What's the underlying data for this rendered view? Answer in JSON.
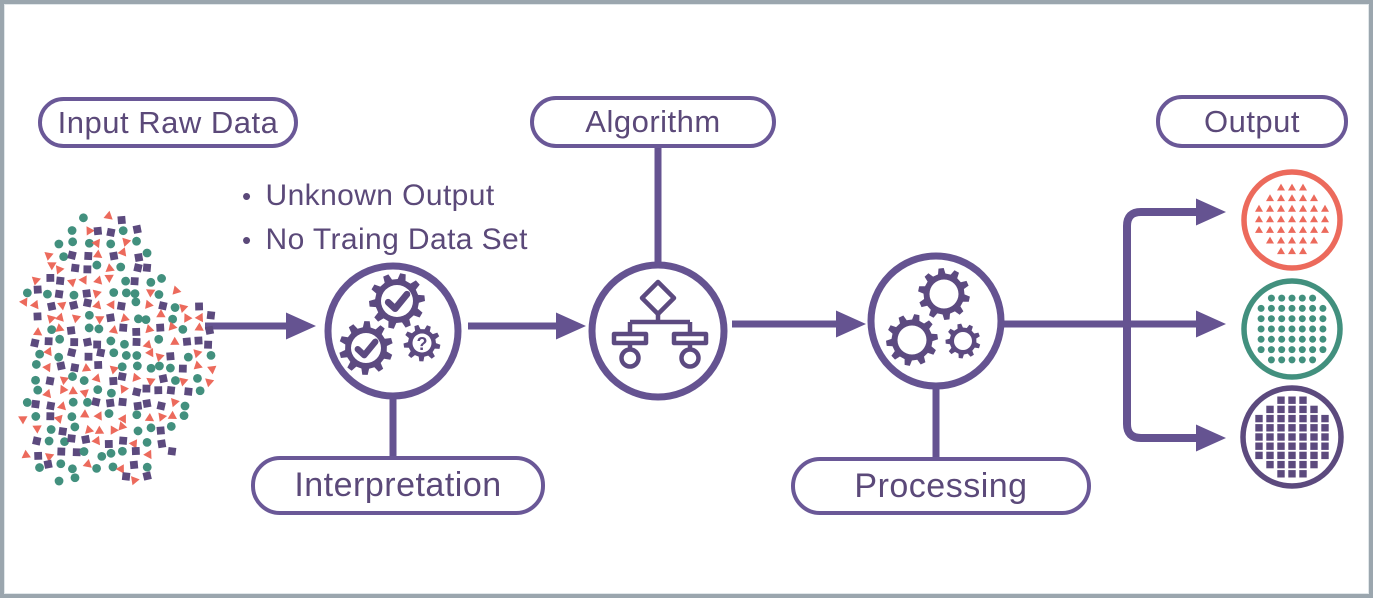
{
  "diagram": {
    "subject": "unsupervised-machine-learning-flow",
    "flow_order": [
      "input",
      "interpretation",
      "algorithm",
      "processing",
      "output"
    ]
  },
  "nodes": {
    "input": {
      "label": "Input Raw Data"
    },
    "interpretation": {
      "label": "Interpretation",
      "icon": "gears-with-checkmarks-and-question-icon"
    },
    "algorithm": {
      "label": "Algorithm",
      "icon": "decision-tree-icon"
    },
    "processing": {
      "label": "Processing",
      "icon": "gears-icon"
    },
    "output": {
      "label": "Output",
      "clusters": [
        {
          "marker": "triangle",
          "color": "#EC6A5C"
        },
        {
          "marker": "dot",
          "color": "#42907E"
        },
        {
          "marker": "square",
          "color": "#5C4A7E"
        }
      ]
    }
  },
  "annotations": {
    "bullet_char": "•",
    "items": [
      "Unknown Output",
      "No Traing Data Set"
    ]
  },
  "icons": {
    "question_mark": "?"
  },
  "input_scatter": {
    "markers": [
      "dot",
      "triangle",
      "square"
    ],
    "colors": [
      "#42907E",
      "#EC6A5C",
      "#5C4A7E"
    ],
    "approx_point_count": 280
  },
  "colors": {
    "accent": "#655391",
    "pill_border": "#6A5897",
    "text": "#5B4979",
    "icon": "#5C4A80",
    "coral": "#EC6A5C",
    "green": "#42907E",
    "purple_marker": "#5C4A7E",
    "frame": "#9BA6AE",
    "background": "#FFFFFF"
  }
}
